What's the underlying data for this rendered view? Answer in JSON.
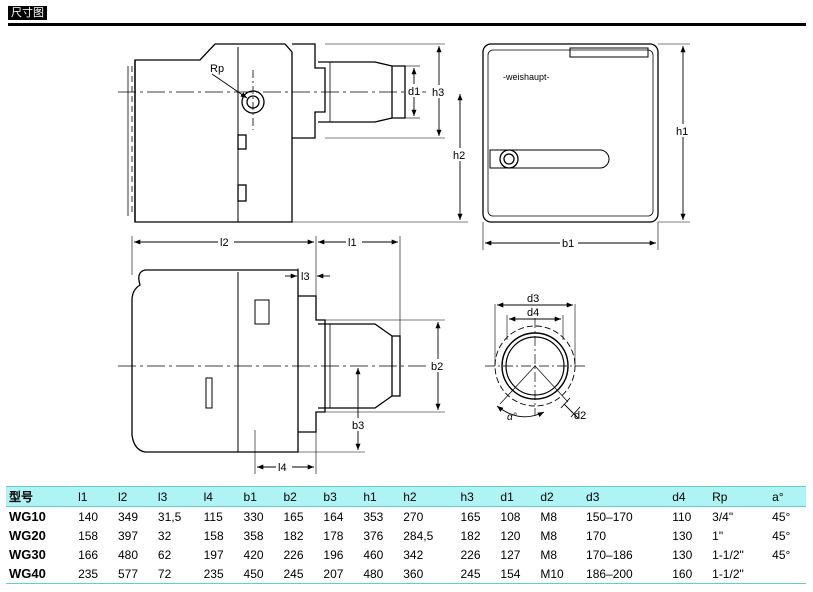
{
  "header": {
    "title": "尺寸图"
  },
  "drawing": {
    "brand": "-weishaupt-",
    "labels": {
      "Rp": "Rp",
      "d1": "d1",
      "h3": "h3",
      "h2": "h2",
      "h1": "h1",
      "b1": "b1",
      "l2": "l2",
      "l1": "l1",
      "l3": "l3",
      "b2": "b2",
      "b3": "b3",
      "l4": "l4",
      "d3": "d3",
      "d4": "d4",
      "d2": "d2",
      "alpha": "α°"
    }
  },
  "table": {
    "headers": [
      "型号",
      "l1",
      "l2",
      "l3",
      "l4",
      "b1",
      "b2",
      "b3",
      "h1",
      "h2",
      "h3",
      "d1",
      "d2",
      "d3",
      "d4",
      "Rp",
      "a°"
    ],
    "rows": [
      [
        "WG10",
        "140",
        "349",
        "31,5",
        "115",
        "330",
        "165",
        "164",
        "353",
        "270",
        "165",
        "108",
        "M8",
        "150–170",
        "110",
        "3/4\"",
        "45°"
      ],
      [
        "WG20",
        "158",
        "397",
        "32",
        "158",
        "358",
        "182",
        "178",
        "376",
        "284,5",
        "182",
        "120",
        "M8",
        "170",
        "130",
        "1\"",
        "45°"
      ],
      [
        "WG30",
        "166",
        "480",
        "62",
        "197",
        "420",
        "226",
        "196",
        "460",
        "342",
        "226",
        "127",
        "M8",
        "170–186",
        "130",
        "1-1/2\"",
        "45°"
      ],
      [
        "WG40",
        "235",
        "577",
        "72",
        "235",
        "450",
        "245",
        "207",
        "480",
        "360",
        "245",
        "154",
        "M10",
        "186–200",
        "160",
        "1-1/2\"",
        ""
      ]
    ]
  }
}
